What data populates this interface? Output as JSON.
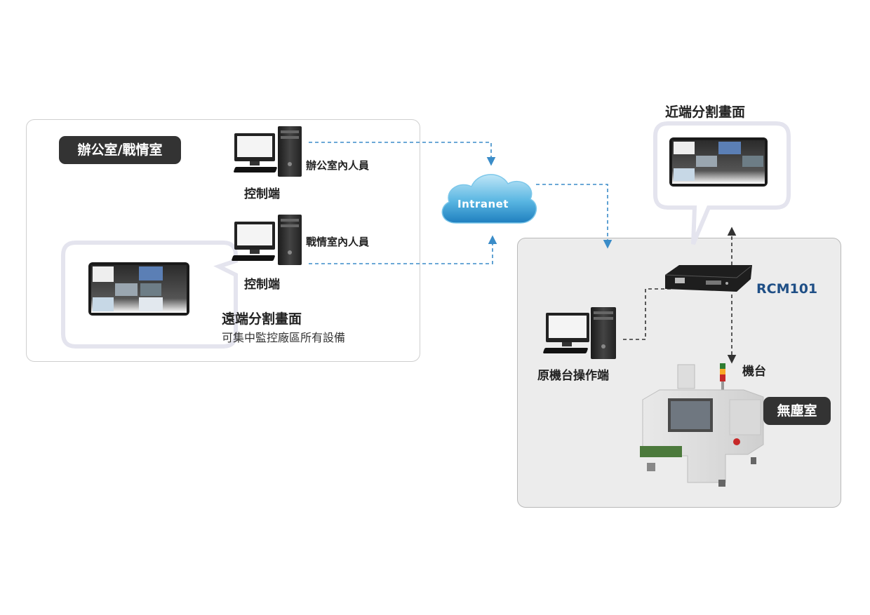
{
  "office_room": {
    "title": "辦公室/戰情室",
    "station_1": {
      "person_label": "辦公室內人員",
      "role_label": "控制端"
    },
    "station_2": {
      "person_label": "戰情室內人員",
      "role_label": "控制端"
    },
    "remote_view": {
      "title": "遠端分割畫面",
      "description": "可集中監控廠區所有設備"
    }
  },
  "network": {
    "label": "Intranet"
  },
  "near_view": {
    "title": "近端分割畫面"
  },
  "clean_room": {
    "title": "無塵室",
    "device_label": "RCM101",
    "operator_label": "原機台操作端",
    "machine_label": "機台"
  },
  "colors": {
    "link_blue": "#3a8cc8",
    "dark_pill": "#333333",
    "device_blue": "#1f4f86"
  }
}
